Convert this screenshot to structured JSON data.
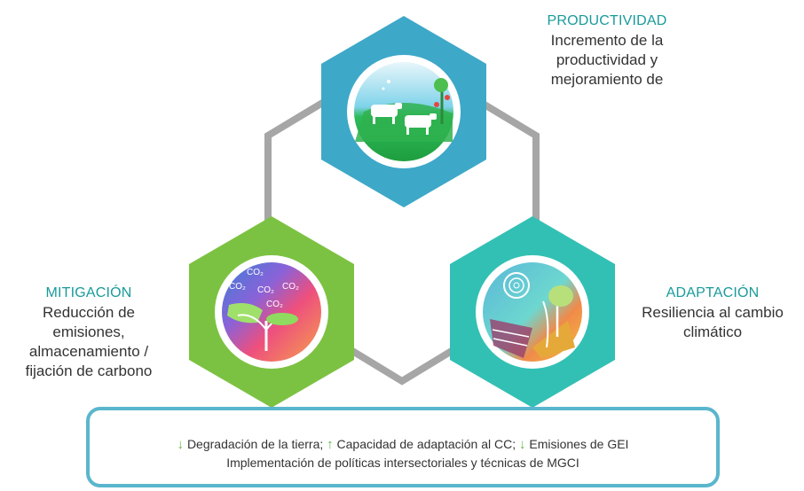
{
  "productividad": {
    "title": "PRODUCTIVIDAD",
    "lines": [
      "Incremento de la",
      "productividad y",
      "mejoramiento de"
    ]
  },
  "mitigacion": {
    "title": "MITIGACIÓN",
    "lines": [
      "Reducción de",
      "emisiones,",
      "almacenamiento /",
      "fijación de carbono"
    ]
  },
  "adaptacion": {
    "title": "ADAPTACIÓN",
    "lines": [
      "Resiliencia al cambio",
      "climático"
    ]
  },
  "summary": {
    "item1_arrow": "↓",
    "item1_text": "Degradación de la tierra;",
    "item2_arrow": "↑",
    "item2_text": "Capacidad de adaptación al CC;",
    "item3_arrow": "↓",
    "item3_text": "Emisiones de GEI",
    "line2": "Implementación de políticas intersectoriales y técnicas de MGCI"
  },
  "colors": {
    "productividad_hex": "#3ea8c8",
    "mitigacion_hex": "#7cc242",
    "adaptacion_hex": "#32c0b4",
    "connector": "#a6a6a6",
    "summary_border": "#5ab6cc",
    "title_text": "#1a9a9a"
  },
  "icons": {
    "productividad": "cattle-pasture-icon",
    "mitigacion": "co2-tree-icon",
    "adaptacion": "wind-sun-landscape-icon"
  }
}
